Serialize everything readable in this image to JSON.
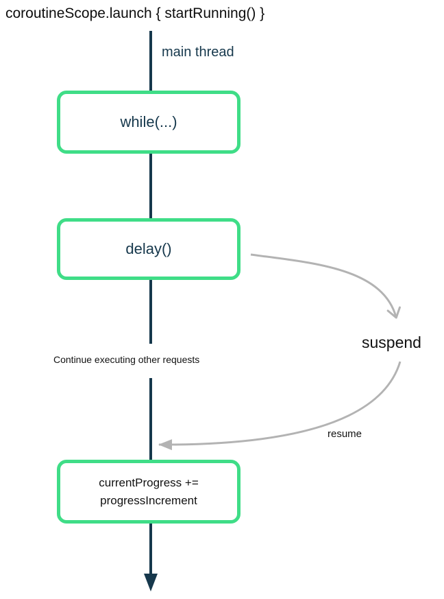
{
  "diagram": {
    "title": "coroutineScope.launch { startRunning() }",
    "thread_label": "main thread",
    "nodes": {
      "while_label": "while(...)",
      "delay_label": "delay()",
      "progress_line1": "currentProgress +=",
      "progress_line2": "progressIncrement"
    },
    "annotations": {
      "continue_note": "Continue executing other requests",
      "suspend_label": "suspend",
      "resume_label": "resume"
    },
    "colors": {
      "thread_navy": "#16384C",
      "box_green": "#3FDD87",
      "arrow_gray": "#B3B3B3",
      "text_black": "#111111"
    }
  }
}
